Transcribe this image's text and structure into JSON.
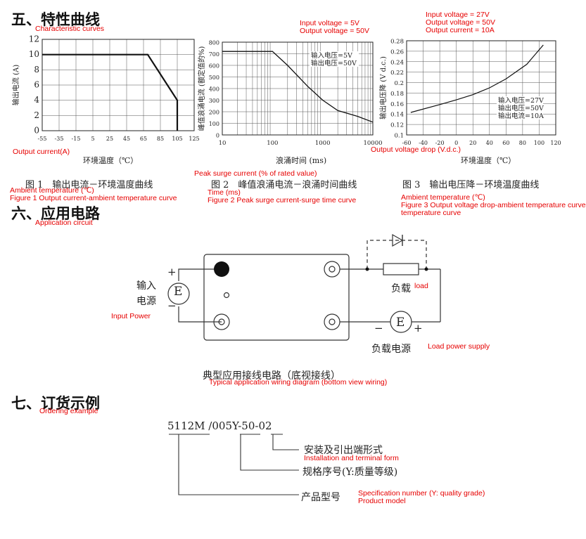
{
  "sections": {
    "s5": {
      "title": "五、特性曲线",
      "en": "Characteristic curves"
    },
    "s6": {
      "title": "六、应用电路",
      "en": "Application circuit"
    },
    "s7": {
      "title": "七、订货示例",
      "en": "Ordering example"
    }
  },
  "chart_data": [
    {
      "type": "line",
      "title": "图 1　输出电流－环境温度曲线",
      "title_en": "Figure 1 Output current-ambient temperature curve",
      "xlabel": "环境温度（℃）",
      "xlabel_en": "Ambient temperature (℃)",
      "ylabel": "输出电流 (A)",
      "ylabel_en": "Output current(A)",
      "x_ticks": [
        "-55",
        "-35",
        "-15",
        "5",
        "25",
        "45",
        "65",
        "85",
        "105",
        "125"
      ],
      "y_ticks": [
        "0",
        "2",
        "4",
        "6",
        "8",
        "10",
        "12"
      ],
      "xlim": [
        -55,
        125
      ],
      "ylim": [
        0,
        12
      ],
      "grid": true,
      "series": [
        {
          "x": [
            -55,
            70,
            105,
            105
          ],
          "y": [
            10,
            10,
            4,
            0
          ]
        }
      ]
    },
    {
      "type": "line",
      "title": "图 2　峰值浪涌电流－浪涌时间曲线",
      "title_en": "Figure 2 Peak surge current-surge time curve",
      "xlabel": "浪涌时间 (ms)",
      "xlabel_en": "Time (ms)",
      "ylabel": "峰值浪涌电流 (额定值的%)",
      "ylabel_en": "Peak surge current (% of rated value)",
      "x_ticks": [
        "10",
        "100",
        "1000",
        "10000"
      ],
      "y_ticks": [
        "0",
        "100",
        "200",
        "300",
        "400",
        "500",
        "600",
        "700",
        "800"
      ],
      "x_scale": "log",
      "xlim": [
        10,
        10000
      ],
      "ylim": [
        0,
        800
      ],
      "grid": true,
      "notes": [
        "输入电压=5V",
        "输出电压=50V"
      ],
      "notes_en": [
        "Input voltage = 5V",
        "Output voltage = 50V"
      ],
      "series": [
        {
          "x": [
            10,
            100,
            200,
            500,
            1000,
            2000,
            5000,
            10000
          ],
          "y": [
            720,
            720,
            600,
            420,
            300,
            210,
            160,
            110
          ]
        }
      ]
    },
    {
      "type": "line",
      "title": "图 3　输出电压降－环境温度曲线",
      "title_en": "Figure 3 Output voltage drop-ambient temperature curve",
      "xlabel": "环境温度（℃）",
      "xlabel_en": "Ambient temperature (℃)",
      "ylabel": "输出电压降 (V d.c.)",
      "ylabel_en": "Output voltage drop (V.d.c.)",
      "x_ticks": [
        "-60",
        "-40",
        "-20",
        "0",
        "20",
        "40",
        "60",
        "80",
        "100",
        "120"
      ],
      "y_ticks": [
        "0.1",
        "0.12",
        "0.14",
        "0.16",
        "0.18",
        "0.2",
        "0.22",
        "0.24",
        "0.26",
        "0.28"
      ],
      "xlim": [
        -60,
        120
      ],
      "ylim": [
        0.1,
        0.28
      ],
      "grid": true,
      "notes": [
        "输入电压=27V",
        "输出电压=50V",
        "输出电流=10A"
      ],
      "notes_en": [
        "Input voltage = 27V",
        "Output voltage = 50V",
        "Output current = 10A"
      ],
      "series": [
        {
          "x": [
            -55,
            -20,
            0,
            20,
            40,
            60,
            85,
            105
          ],
          "y": [
            0.143,
            0.158,
            0.167,
            0.177,
            0.19,
            0.207,
            0.235,
            0.272
          ]
        }
      ]
    }
  ],
  "circuit": {
    "input_label_1": "输入",
    "input_label_2": "电源",
    "input_label_en": "Input Power",
    "plus": "+",
    "minus": "−",
    "source": "E",
    "load": "负载",
    "load_en": "load",
    "supply": "负载电源",
    "supply_en": "Load power supply",
    "caption": "典型应用接线电路（底视接线）",
    "caption_en": "Typical application wiring diagram (bottom view wiring)"
  },
  "ordering": {
    "code": "5112M /005Y-50-02",
    "install": "安装及引出端形式",
    "install_en": "Installation and terminal form",
    "spec": "规格序号(Y:质量等级)",
    "spec_en": "Specification number (Y: quality grade)",
    "model": "产品型号",
    "model_en": "Product model"
  }
}
